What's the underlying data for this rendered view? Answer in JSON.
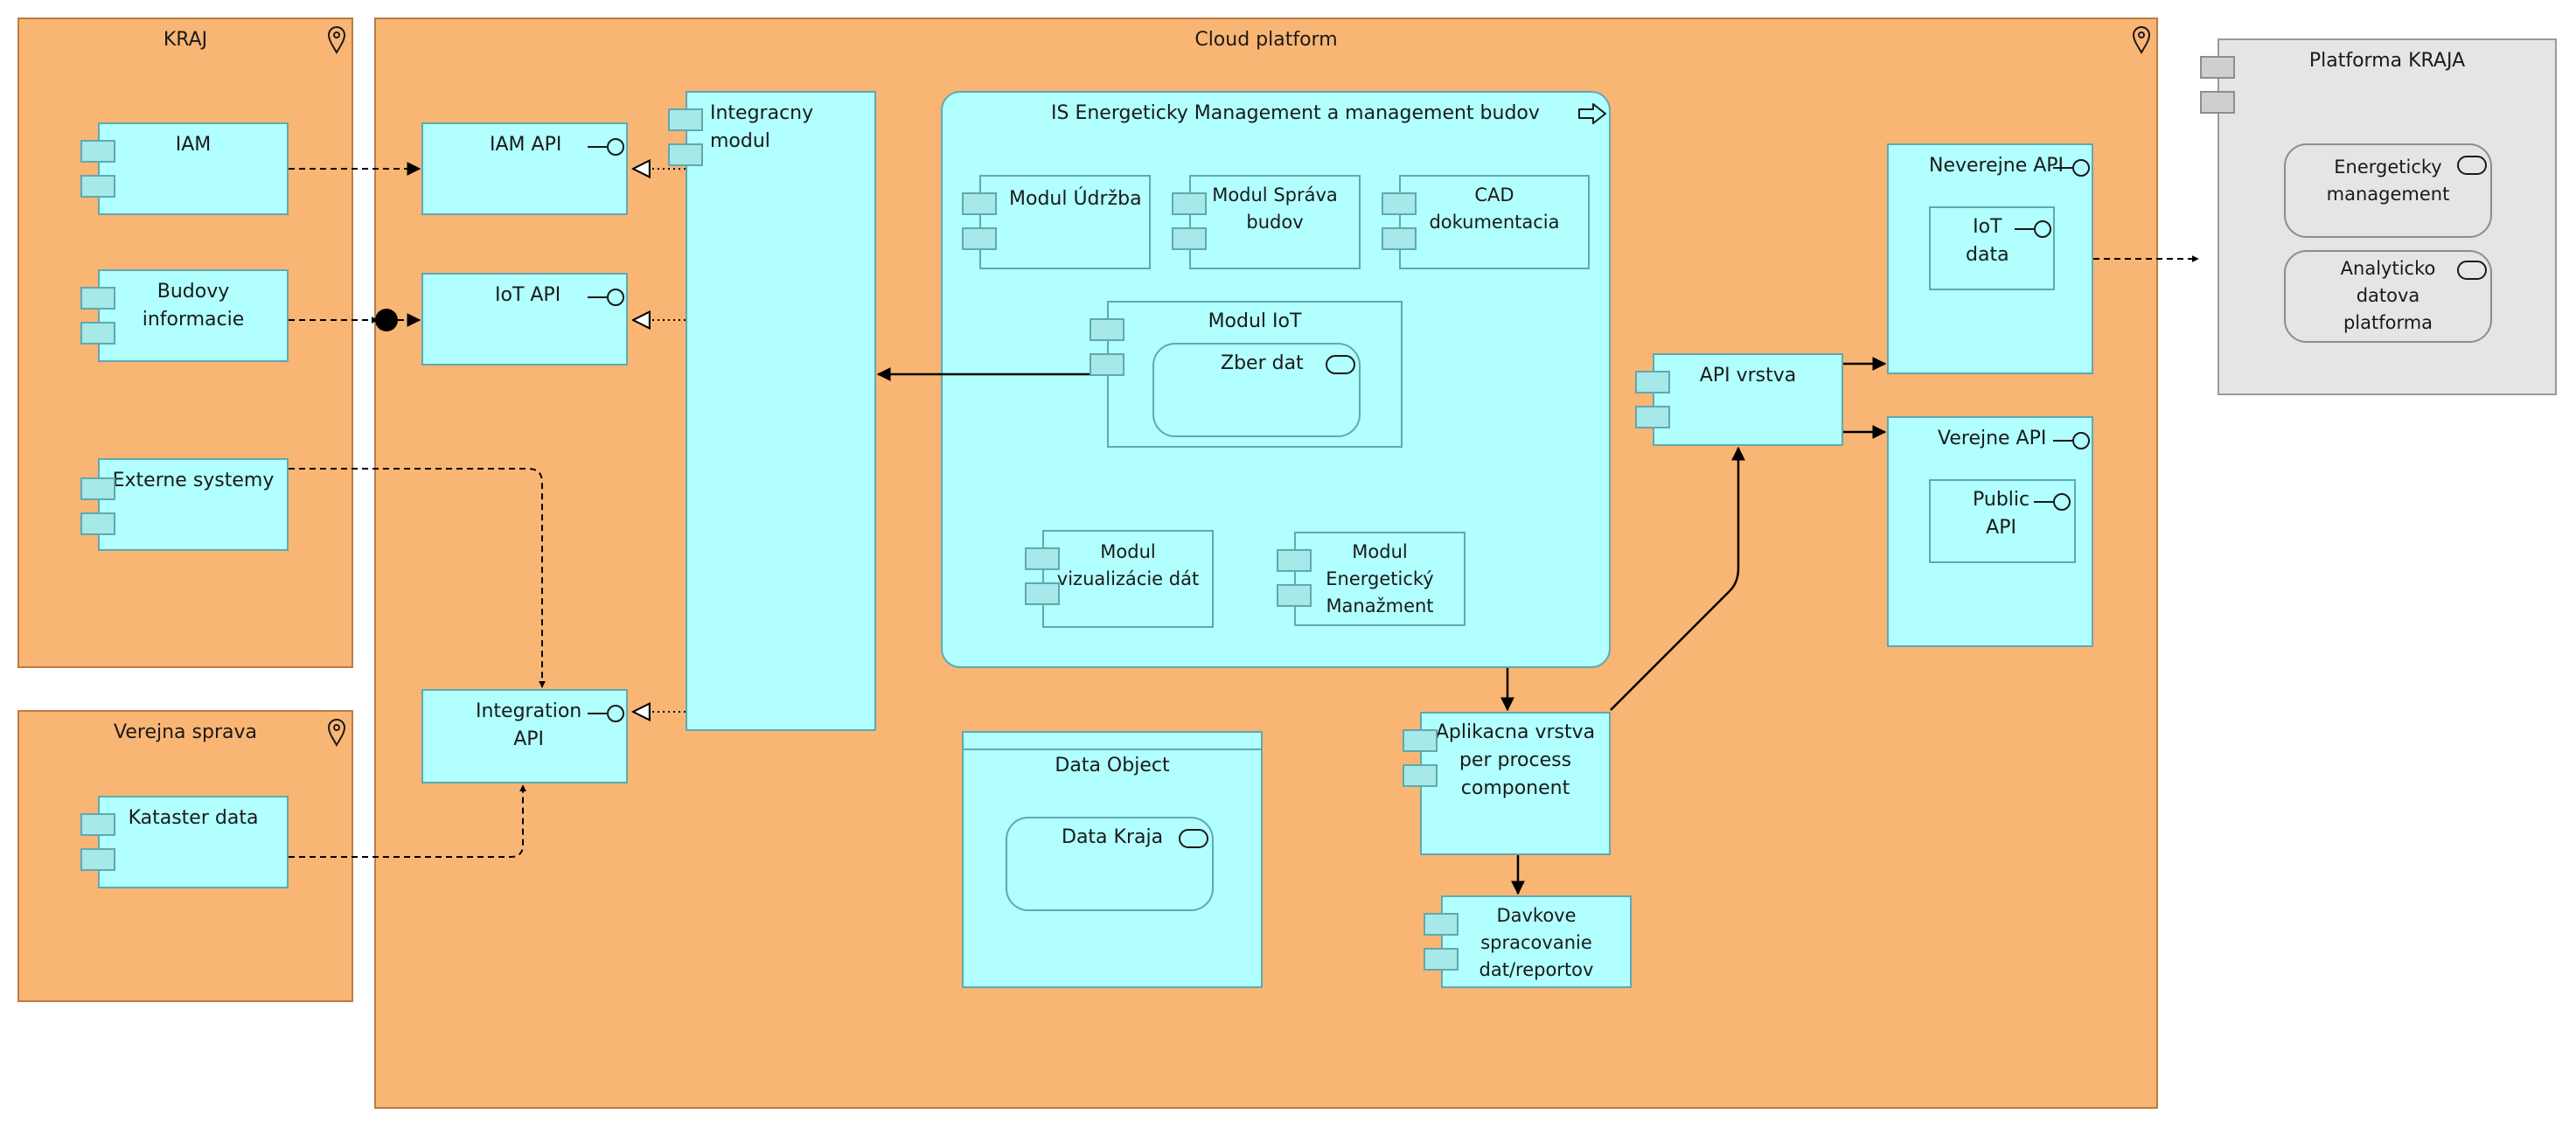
{
  "colors": {
    "location_fill": "#f9b574",
    "location_border": "#b97c45",
    "component_fill": "#b1ffff",
    "component_border": "#5fa9b0",
    "external_fill": "#e5e5e5",
    "external_border": "#9a9a9a"
  },
  "locations": {
    "kraj": "KRAJ",
    "cloud": "Cloud platform",
    "verejna": "Verejna sprava"
  },
  "external": {
    "platforma": "Platforma KRAJA",
    "energeticky": "Energeticky\nmanagement",
    "analyticko": "Analyticko\ndatova\nplatforma"
  },
  "kraj_components": {
    "iam": "IAM",
    "budovy": "Budovy\ninformacie",
    "externe": "Externe systemy"
  },
  "verejna_components": {
    "kataster": "Kataster data"
  },
  "interfaces": {
    "iam_api": "IAM API",
    "iot_api": "IoT API",
    "integration_api": "Integration\nAPI"
  },
  "integracny": "Integracny modul",
  "is": {
    "title": "IS Energeticky Management a management budov",
    "udrzba": "Modul Údržba",
    "sprava": "Modul Správa\nbudov",
    "cad": "CAD\ndokumentacia",
    "iot": "Modul IoT",
    "zber": "Zber dat",
    "vizualizacie": "Modul\nvizualizácie dát",
    "energeticky": "Modul\nEnergetický\nManažment"
  },
  "data_object": {
    "title": "Data Object",
    "data_kraja": "Data Kraja"
  },
  "aplikacna": "Aplikacna vrstva\nper process\ncomponent",
  "davkove": "Davkove\nspracovanie\ndat/reportov",
  "api_vrstva": "API vrstva",
  "neverejne": {
    "title": "Neverejne API",
    "iot_data": "IoT\ndata"
  },
  "verejne": {
    "title": "Verejne API",
    "public_api": "Public\nAPI"
  }
}
